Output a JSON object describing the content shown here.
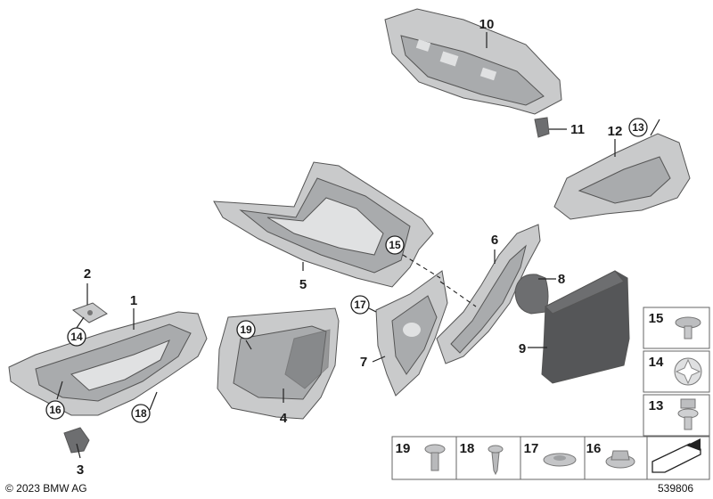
{
  "copyright": "© 2023 BMW AG",
  "diagram_number": "539806",
  "callouts": {
    "c1": "1",
    "c2": "2",
    "c3": "3",
    "c4": "4",
    "c5": "5",
    "c6": "6",
    "c7": "7",
    "c8": "8",
    "c9": "9",
    "c10": "10",
    "c11": "11",
    "c12": "12",
    "r13": "13",
    "r14": "14",
    "r15": "15",
    "r16": "16",
    "r17": "17",
    "r18": "18",
    "r19": "19"
  },
  "fastener_panel": {
    "side": [
      "15",
      "14",
      "13"
    ],
    "bottom": [
      "19",
      "18",
      "17",
      "16"
    ]
  }
}
